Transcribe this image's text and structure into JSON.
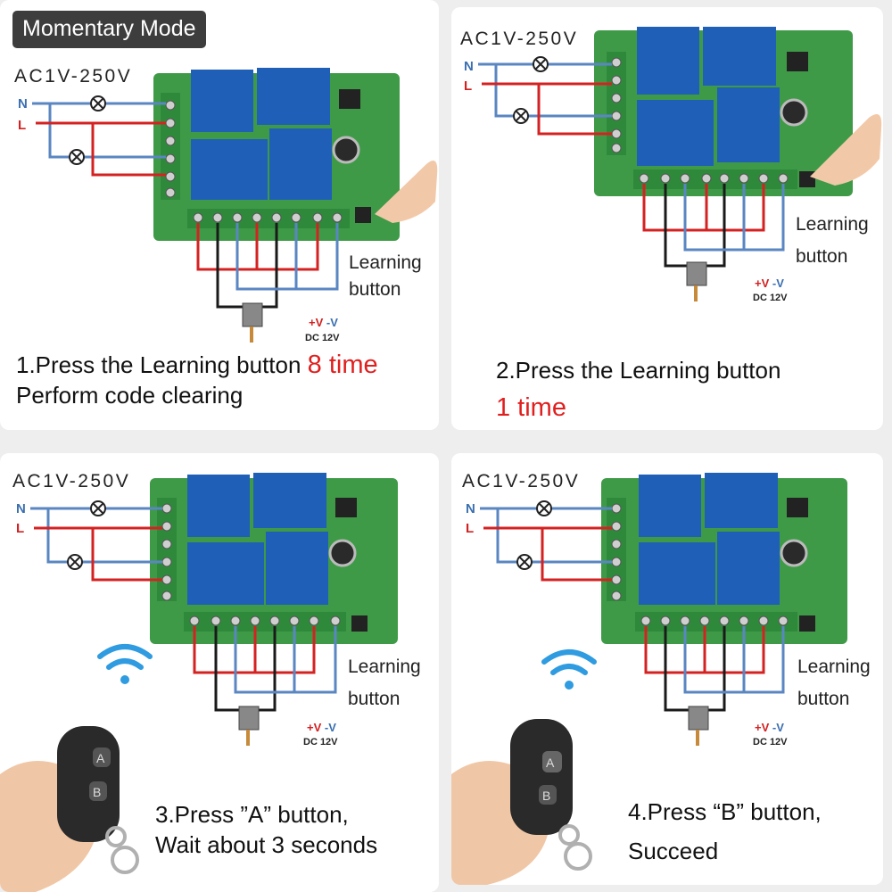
{
  "badge": "Momentary Mode",
  "voltage": "AC1V-250V",
  "terminal_n": "N",
  "terminal_l": "L",
  "learning_line1": "Learning",
  "learning_line2": "button",
  "plus_v": "+V",
  "minus_v": "-V",
  "dc_label": "DC 12V",
  "remote_a": "A",
  "remote_b": "B",
  "steps": [
    {
      "text": "1.Press the Learning button ",
      "highlight": "8 time",
      "line2": "Perform code clearing"
    },
    {
      "text": "2.Press the Learning button",
      "highlight": "1 time"
    },
    {
      "line1": "3.Press ”A” button,",
      "line2": "Wait about 3 seconds"
    },
    {
      "line1": "4.Press “B” button,",
      "line2": "Succeed"
    }
  ],
  "colors": {
    "board": "#3f9a48",
    "relay": "#1f5fb7",
    "wire_red": "#d42222",
    "wire_blue": "#5a86c2",
    "wire_black": "#1a1a1a",
    "signal": "#2f9be0",
    "badge_bg": "#3d3d3d"
  }
}
